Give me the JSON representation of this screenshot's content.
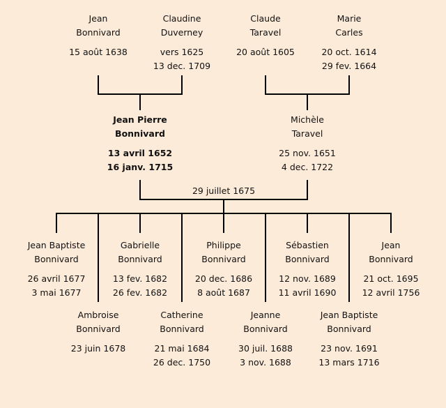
{
  "grandparents": [
    {
      "first": "Jean",
      "last": "Bonnivard",
      "dates": [
        "15 août 1638"
      ]
    },
    {
      "first": "Claudine",
      "last": "Duverney",
      "dates": [
        "vers 1625",
        "13 dec. 1709"
      ]
    },
    {
      "first": "Claude",
      "last": "Taravel",
      "dates": [
        "20 août 1605"
      ]
    },
    {
      "first": "Marie",
      "last": "Carles",
      "dates": [
        "20 oct. 1614",
        "29 fev. 1664"
      ]
    }
  ],
  "parents": [
    {
      "first": "Jean Pierre",
      "last": "Bonnivard",
      "dates": [
        "13 avril 1652",
        "16 janv. 1715"
      ]
    },
    {
      "first": "Michèle",
      "last": "Taravel",
      "dates": [
        "25 nov. 1651",
        "4 dec. 1722"
      ]
    }
  ],
  "marriage_date": "29 juillet 1675",
  "children": [
    {
      "first": "Jean Baptiste",
      "last": "Bonnivard",
      "dates": [
        "26 avril 1677",
        "3 mai 1677"
      ]
    },
    {
      "first": "Ambroise",
      "last": "Bonnivard",
      "dates": [
        "23 juin 1678"
      ]
    },
    {
      "first": "Gabrielle",
      "last": "Bonnivard",
      "dates": [
        "13 fev. 1682",
        "26 fev. 1682"
      ]
    },
    {
      "first": "Catherine",
      "last": "Bonnivard",
      "dates": [
        "21 mai 1684",
        "26 dec. 1750"
      ]
    },
    {
      "first": "Philippe",
      "last": "Bonnivard",
      "dates": [
        "20 dec. 1686",
        "8 août 1687"
      ]
    },
    {
      "first": "Jeanne",
      "last": "Bonnivard",
      "dates": [
        "30 juil. 1688",
        "3 nov. 1688"
      ]
    },
    {
      "first": "Sébastien",
      "last": "Bonnivard",
      "dates": [
        "12 nov. 1689",
        "11 avril 1690"
      ]
    },
    {
      "first": "Jean Baptiste",
      "last": "Bonnivard",
      "dates": [
        "23 nov. 1691",
        "13 mars 1716"
      ]
    },
    {
      "first": "Jean",
      "last": "Bonnivard",
      "dates": [
        "21 oct. 1695",
        "12 avril 1756"
      ]
    }
  ]
}
